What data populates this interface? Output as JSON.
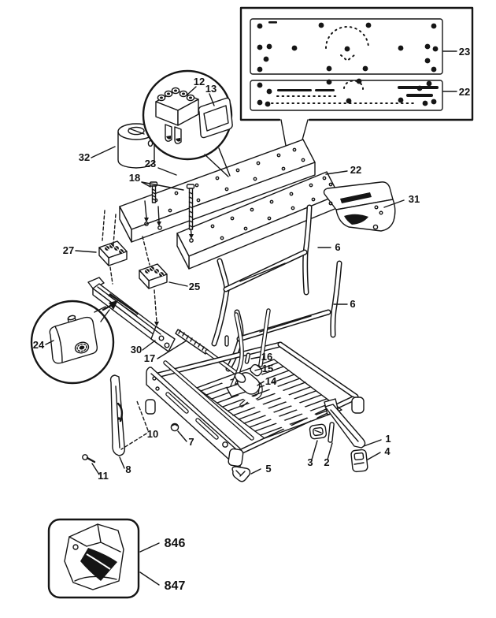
{
  "page": {
    "background": "#ffffff",
    "ink": "#151515"
  },
  "labels": {
    "inset_top": "23",
    "inset_bottom": "22",
    "detail_peg_block": "12",
    "detail_plate": "13",
    "spacer_sleeve": "32",
    "board_front": "23",
    "bolts": "18",
    "board_rear": "22",
    "step_block": "31",
    "frame_upper": "6",
    "frame_lower": "6",
    "nut_block_left": "27",
    "nut_block_right": "25",
    "detail_nut": "24",
    "slide_rail": "30",
    "vise_screw": "17",
    "pin": "16",
    "collar": "15",
    "roller": "14",
    "latch": "10",
    "knob": "7",
    "strut": "8",
    "screw": "11",
    "foot_front": "5",
    "foot_cap_left": "3",
    "leg_pin": "2",
    "rear_leg": "1",
    "foot_cap_right": "4",
    "bag_top": "846",
    "bag_bottom": "847"
  }
}
